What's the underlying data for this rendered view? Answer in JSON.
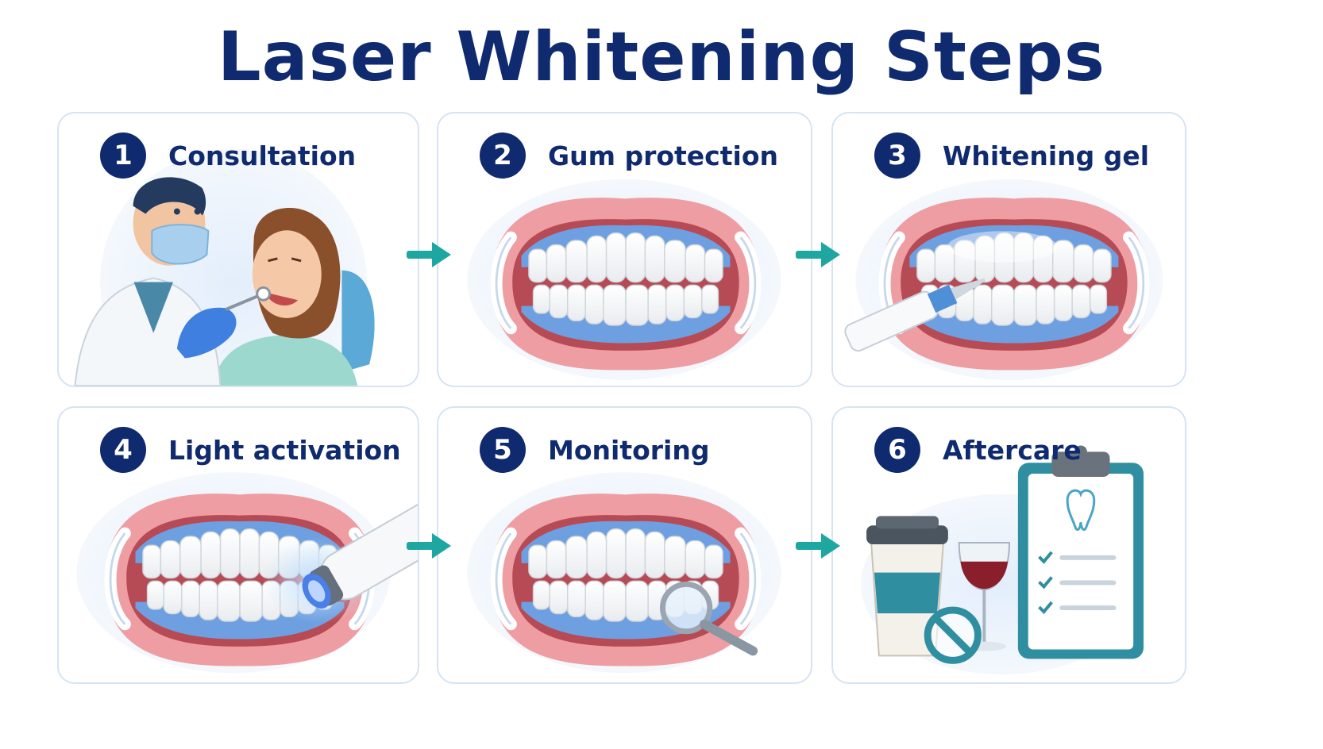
{
  "title": "Laser Whitening Steps",
  "colors": {
    "navy": "#0f2a6e",
    "teal": "#1ea6a1",
    "gum": "#e98d95",
    "gel_blue": "#6e9fe0",
    "card_border": "#d6e3f1"
  },
  "steps": [
    {
      "number": "1",
      "label": "Consultation",
      "icon": "dentist-patient-illustration"
    },
    {
      "number": "2",
      "label": "Gum protection",
      "icon": "teeth-gum-barrier-illustration"
    },
    {
      "number": "3",
      "label": "Whitening gel",
      "icon": "gel-applicator-illustration"
    },
    {
      "number": "4",
      "label": "Light activation",
      "icon": "laser-light-illustration"
    },
    {
      "number": "5",
      "label": "Monitoring",
      "icon": "magnifier-illustration"
    },
    {
      "number": "6",
      "label": "Aftercare",
      "icon": "clipboard-coffee-wine-illustration"
    }
  ],
  "arrows": [
    "arrow-right-icon",
    "arrow-right-icon",
    "arrow-right-icon",
    "arrow-right-icon"
  ]
}
